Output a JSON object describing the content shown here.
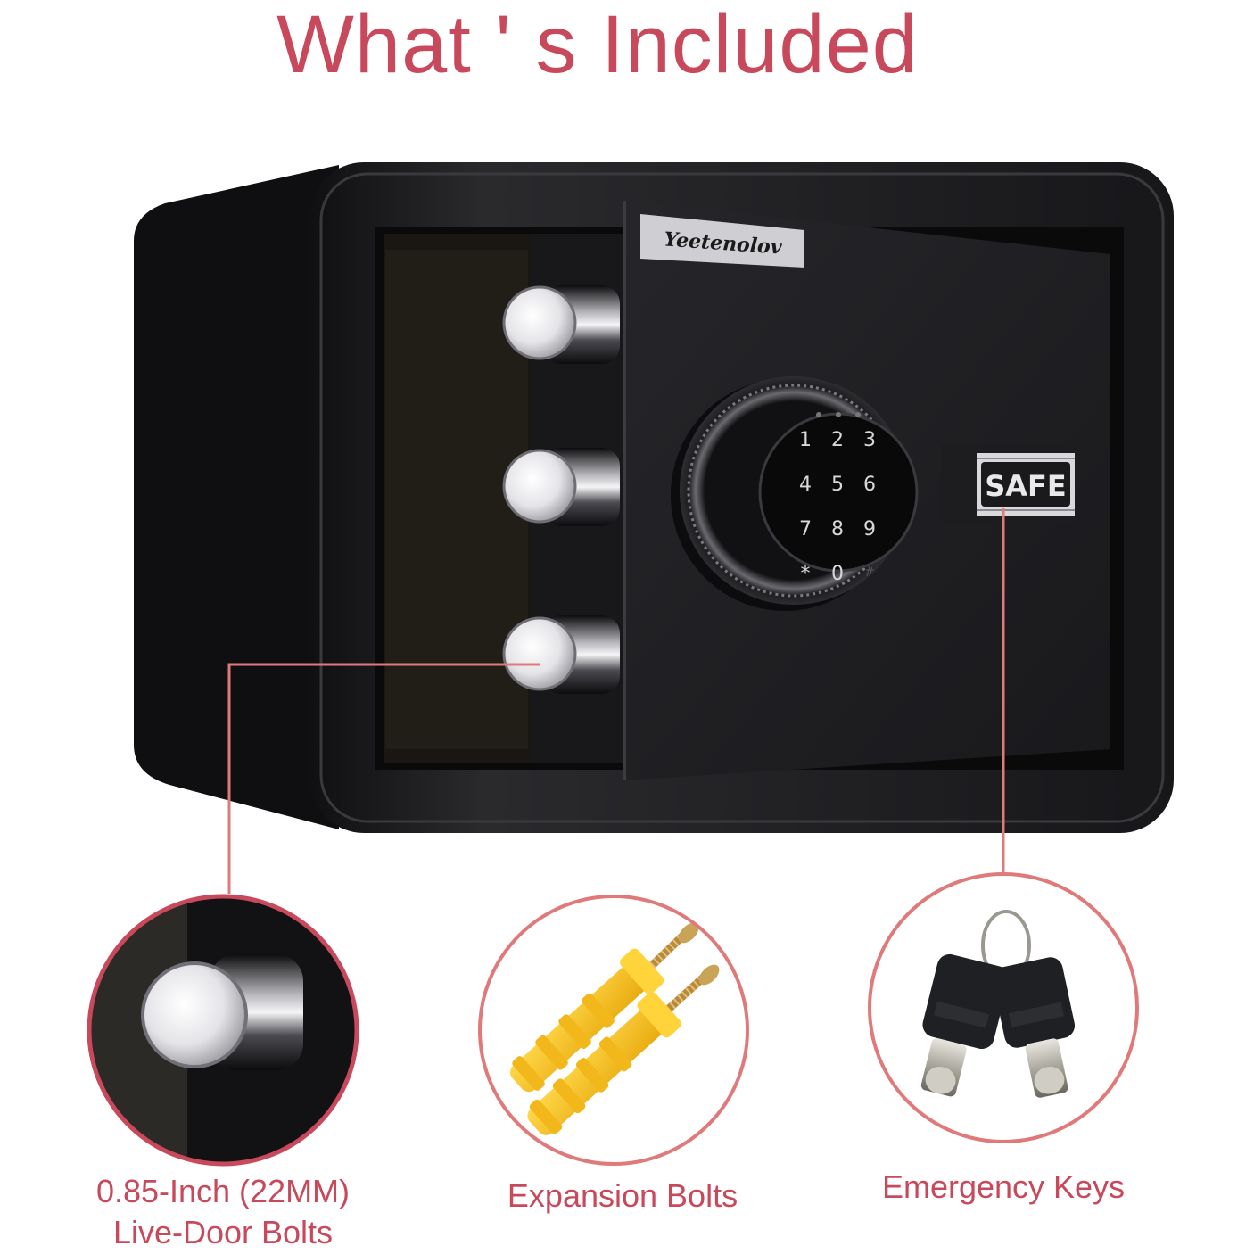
{
  "title": "What ' s Included",
  "safe": {
    "brand": "Yeetenolov",
    "handle_label": "SAFE",
    "keypad_keys": [
      "1",
      "2",
      "3",
      "4",
      "5",
      "6",
      "7",
      "8",
      "9",
      "*",
      "0",
      "#"
    ]
  },
  "callouts": [
    {
      "icon": "door-bolt-icon",
      "line1": "0.85-Inch (22MM)",
      "line2": "Live-Door Bolts"
    },
    {
      "icon": "expansion-bolt-icon",
      "line1": "Expansion Bolts"
    },
    {
      "icon": "key-icon",
      "line1": "Emergency Keys"
    }
  ],
  "colors": {
    "accent": "#c8495b",
    "callout_line": "#e07a7a",
    "safe_body": "#1b1b1d",
    "anchor_yellow": "#f5c419"
  }
}
